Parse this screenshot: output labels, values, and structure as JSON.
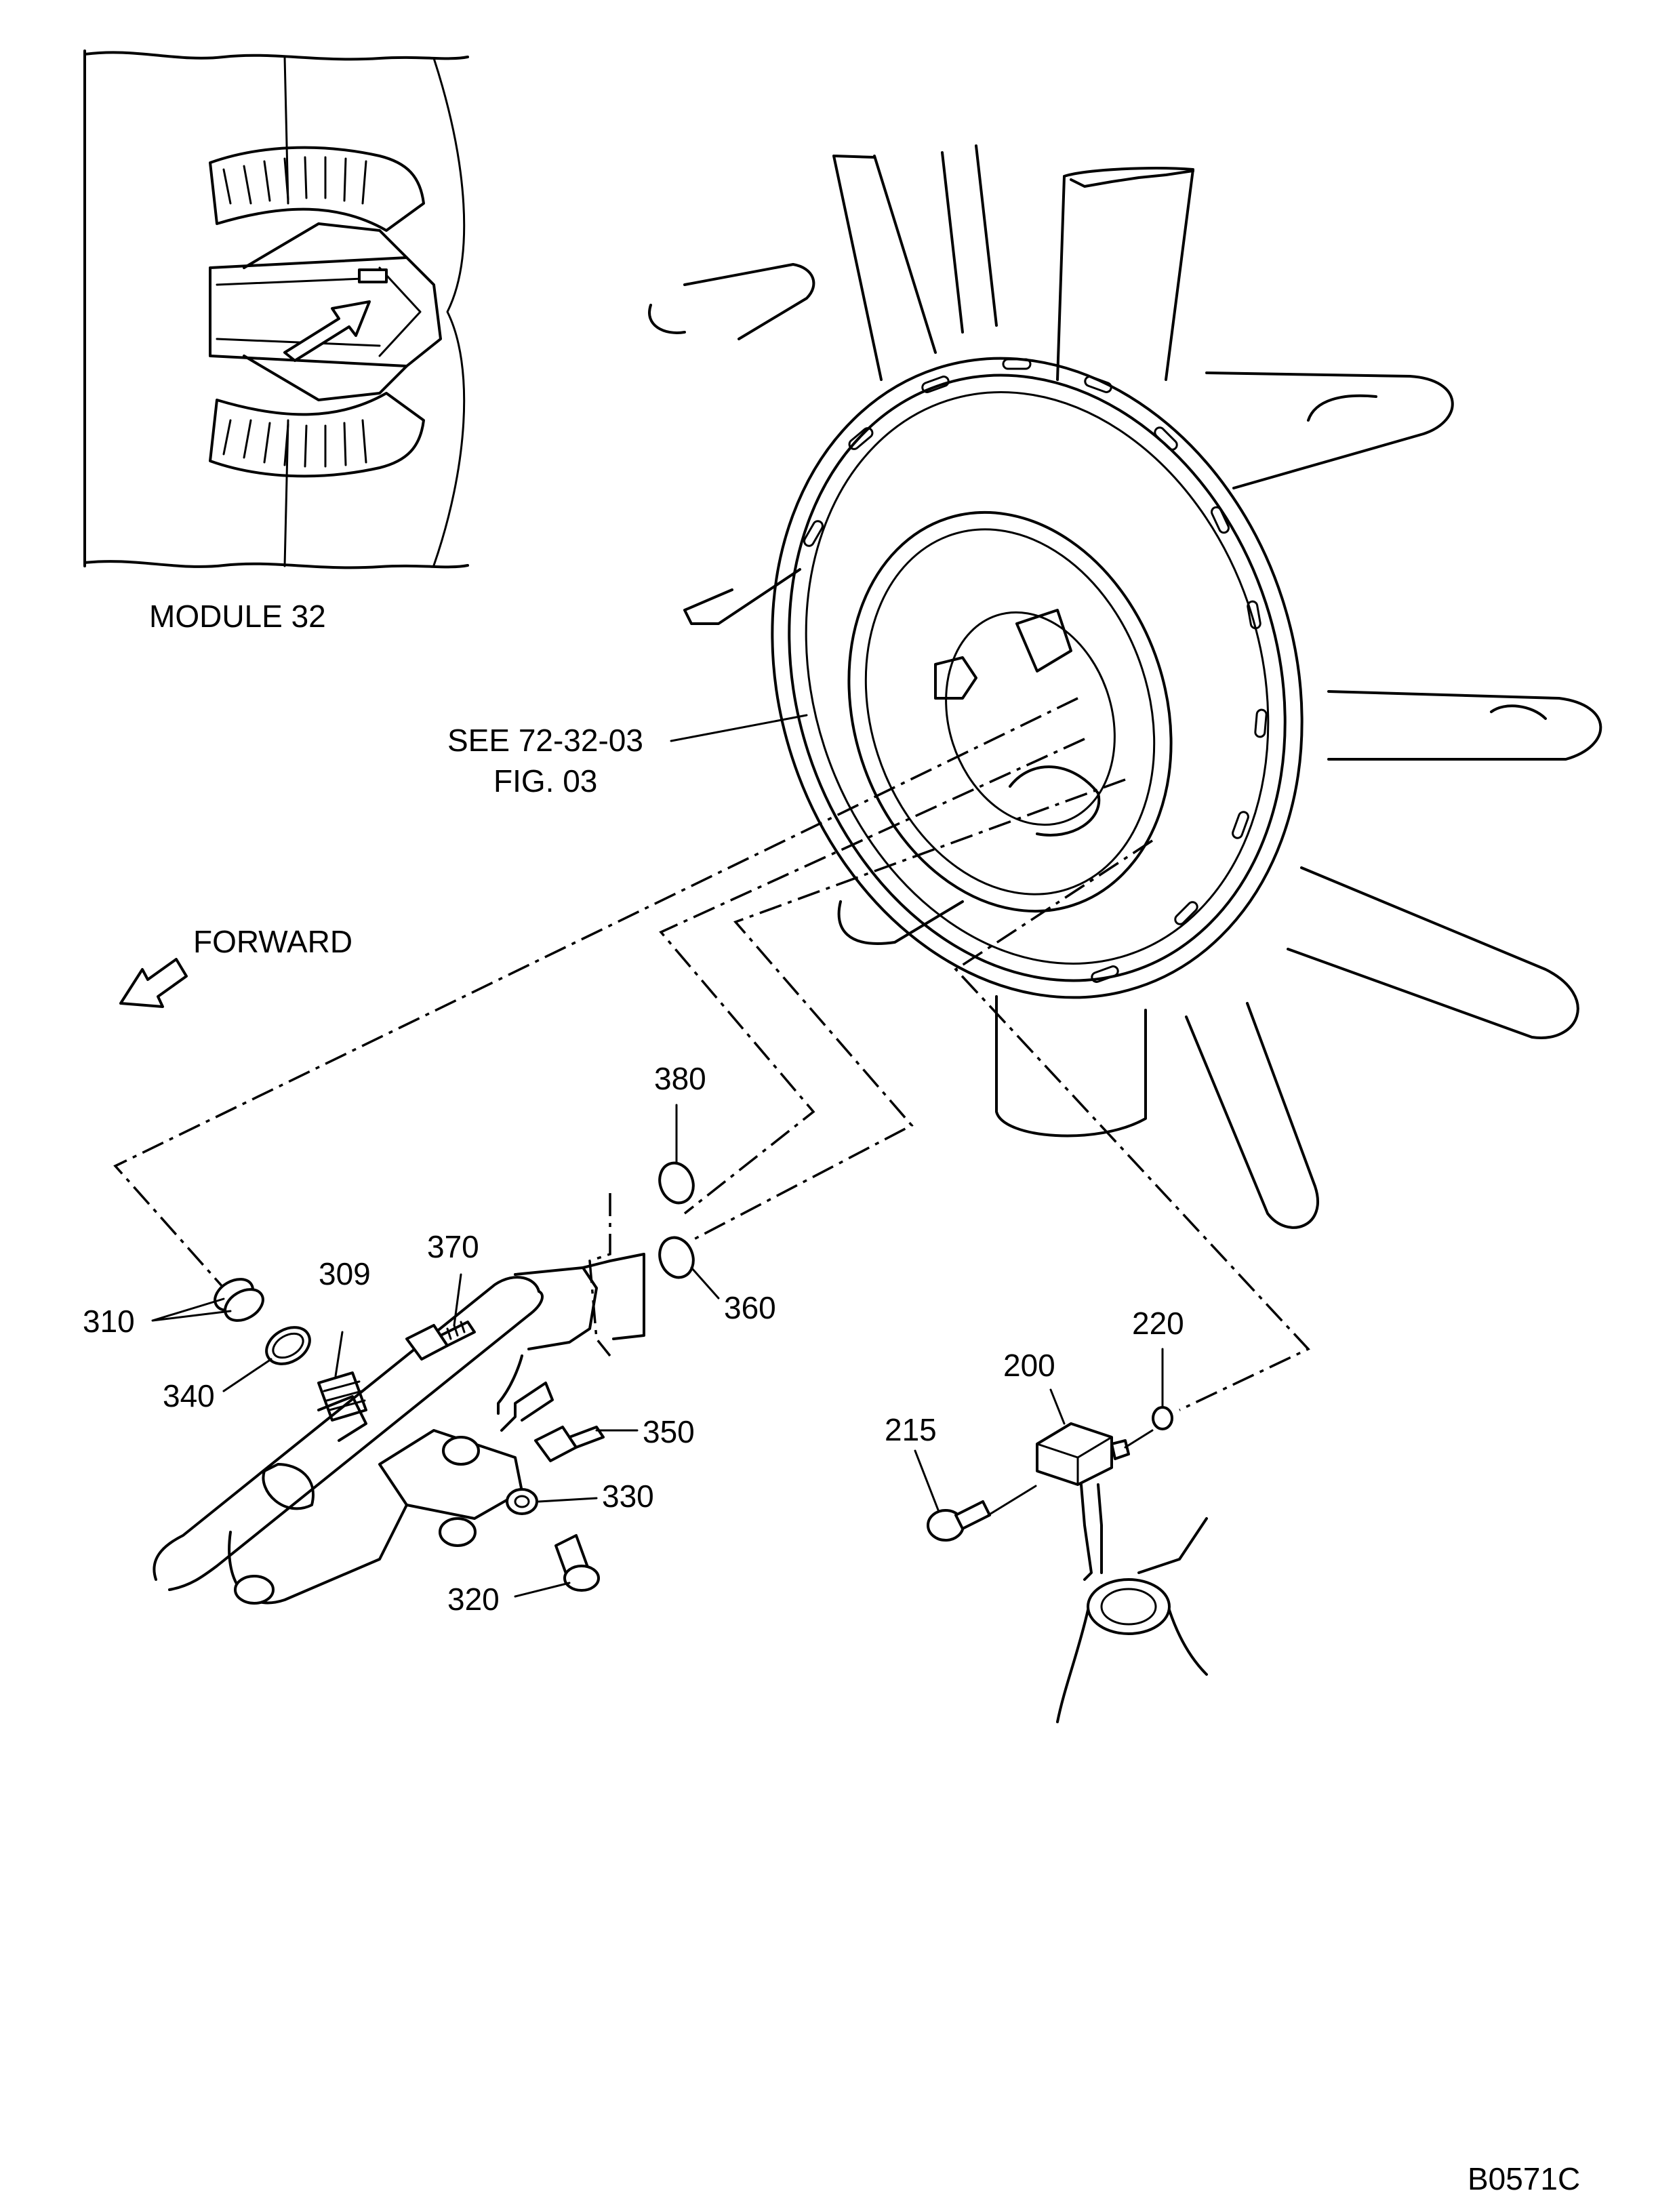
{
  "inset": {
    "label": "MODULE 32"
  },
  "reference": {
    "line1": "SEE 72-32-03",
    "line2": "FIG. 03"
  },
  "direction": {
    "label": "FORWARD"
  },
  "callouts": {
    "c380": "380",
    "c310": "310",
    "c309": "309",
    "c370": "370",
    "c360": "360",
    "c340": "340",
    "c350": "350",
    "c330": "330",
    "c320": "320",
    "c220": "220",
    "c200": "200",
    "c215": "215"
  },
  "drawing_id": "B0571C"
}
